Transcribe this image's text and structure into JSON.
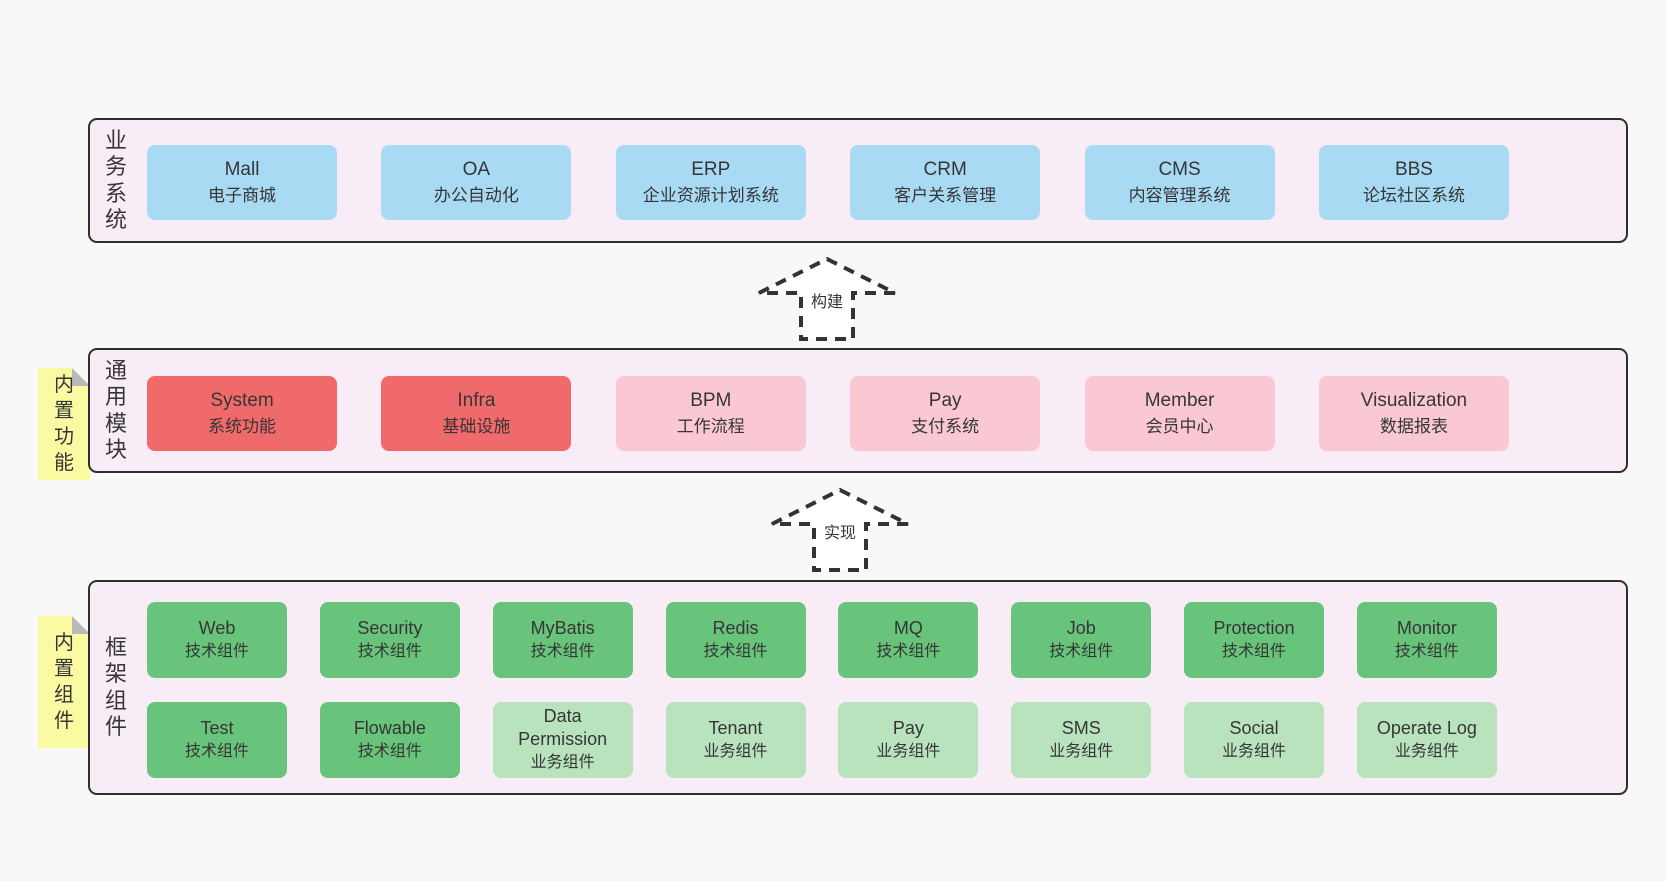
{
  "colors": {
    "page-bg": "#f8f8f8",
    "panel-bg": "#f8edf6",
    "panel-border": "#2f2f2f",
    "box-blue": "#a8daf3",
    "box-red": "#f0696b",
    "box-pink": "#f9c8d2",
    "box-green": "#68c37b",
    "box-green-light": "#b8e3bd",
    "sticky-yellow": "#fafaa2",
    "sticky-fold": "#b9b9b9",
    "text": "#363636",
    "arrow-stroke": "#333333",
    "arrow-fill": "#ffffff"
  },
  "arrows": {
    "build": {
      "label": "构建"
    },
    "implement": {
      "label": "实现"
    }
  },
  "sections": {
    "business": {
      "side_label": "业\n务\n系\n统",
      "items": [
        {
          "name": "Mall",
          "subtitle": "电子商城"
        },
        {
          "name": "OA",
          "subtitle": "办公自动化"
        },
        {
          "name": "ERP",
          "subtitle": "企业资源计划系统"
        },
        {
          "name": "CRM",
          "subtitle": "客户关系管理"
        },
        {
          "name": "CMS",
          "subtitle": "内容管理系统"
        },
        {
          "name": "BBS",
          "subtitle": "论坛社区系统"
        }
      ]
    },
    "modules": {
      "sticky_label": "内\n置\n功\n能",
      "side_label": "通\n用\n模\n块",
      "items": [
        {
          "name": "System",
          "subtitle": "系统功能"
        },
        {
          "name": "Infra",
          "subtitle": "基础设施"
        },
        {
          "name": "BPM",
          "subtitle": "工作流程"
        },
        {
          "name": "Pay",
          "subtitle": "支付系统"
        },
        {
          "name": "Member",
          "subtitle": "会员中心"
        },
        {
          "name": "Visualization",
          "subtitle": "数据报表"
        }
      ]
    },
    "components": {
      "sticky_label": "内\n置\n组\n件",
      "side_label": "框\n架\n组\n件",
      "row1": [
        {
          "name": "Web",
          "subtitle": "技术组件"
        },
        {
          "name": "Security",
          "subtitle": "技术组件"
        },
        {
          "name": "MyBatis",
          "subtitle": "技术组件"
        },
        {
          "name": "Redis",
          "subtitle": "技术组件"
        },
        {
          "name": "MQ",
          "subtitle": "技术组件"
        },
        {
          "name": "Job",
          "subtitle": "技术组件"
        },
        {
          "name": "Protection",
          "subtitle": "技术组件"
        },
        {
          "name": "Monitor",
          "subtitle": "技术组件"
        }
      ],
      "row2": [
        {
          "name": "Test",
          "subtitle": "技术组件"
        },
        {
          "name": "Flowable",
          "subtitle": "技术组件"
        },
        {
          "name": "Data Permission",
          "subtitle": "业务组件"
        },
        {
          "name": "Tenant",
          "subtitle": "业务组件"
        },
        {
          "name": "Pay",
          "subtitle": "业务组件"
        },
        {
          "name": "SMS",
          "subtitle": "业务组件"
        },
        {
          "name": "Social",
          "subtitle": "业务组件"
        },
        {
          "name": "Operate Log",
          "subtitle": "业务组件"
        }
      ]
    }
  }
}
